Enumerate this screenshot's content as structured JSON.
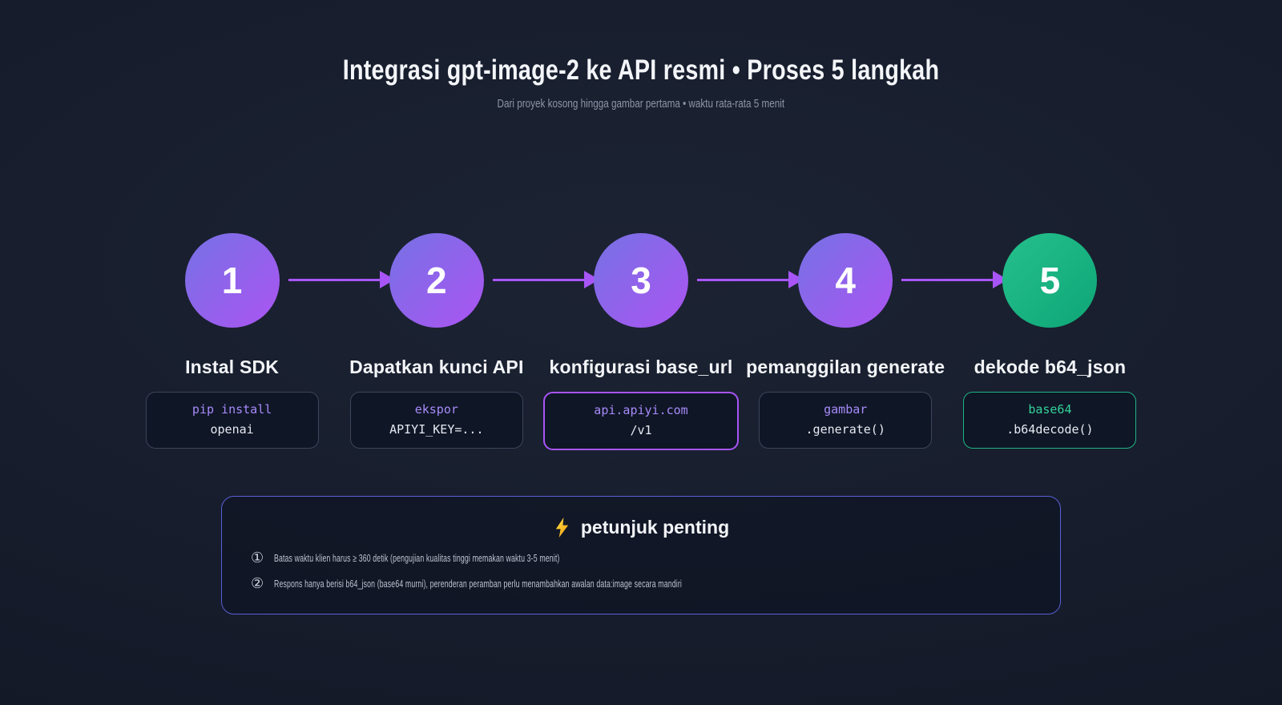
{
  "header": {
    "title": "Integrasi gpt-image-2 ke API resmi • Proses 5 langkah",
    "subtitle": "Dari proyek kosong hingga gambar pertama • waktu rata-rata 5 menit"
  },
  "steps": [
    {
      "number": "1",
      "label": "Instal SDK",
      "code": {
        "line1": "pip install",
        "line2": "openai"
      },
      "style": "default"
    },
    {
      "number": "2",
      "label": "Dapatkan kunci API",
      "code": {
        "line1": "ekspor",
        "line2": "APIYI_KEY=..."
      },
      "style": "default"
    },
    {
      "number": "3",
      "label": "konfigurasi base_url",
      "code": {
        "line1": "api.apiyi.com",
        "line2": "/v1"
      },
      "style": "highlight-purple"
    },
    {
      "number": "4",
      "label": "pemanggilan generate",
      "code": {
        "line1": "gambar",
        "line2": ".generate()"
      },
      "style": "default"
    },
    {
      "number": "5",
      "label": "dekode b64_json",
      "code": {
        "line1": "base64",
        "line2": ".b64decode()"
      },
      "style": "success-green"
    }
  ],
  "notes": {
    "icon": "lightning-bolt-icon",
    "title": "petunjuk penting",
    "items": [
      {
        "bullet": "①",
        "text": "Batas waktu klien harus ≥ 360 detik (pengujian kualitas tinggi memakan waktu 3-5 menit)"
      },
      {
        "bullet": "②",
        "text": "Respons hanya berisi b64_json (base64 murni), perenderan peramban perlu menambahkan awalan data:image secara mandiri"
      }
    ]
  },
  "colors": {
    "accent_purple": "#a855f7",
    "circle_grad_start": "#7b6fe6",
    "circle_grad_end": "#a657f0",
    "success_green": "#1db584",
    "success_grad_start": "#23bd8a",
    "success_grad_end": "#10a878",
    "panel_border": "#5a5fd8",
    "box_border": "#3c455a",
    "code_purple": "#a78bfa",
    "code_green": "#34d399",
    "text_primary": "#f3f5f9",
    "text_muted": "#8e96a8",
    "bolt_yellow": "#fbbf24",
    "background": "#161c2b"
  }
}
